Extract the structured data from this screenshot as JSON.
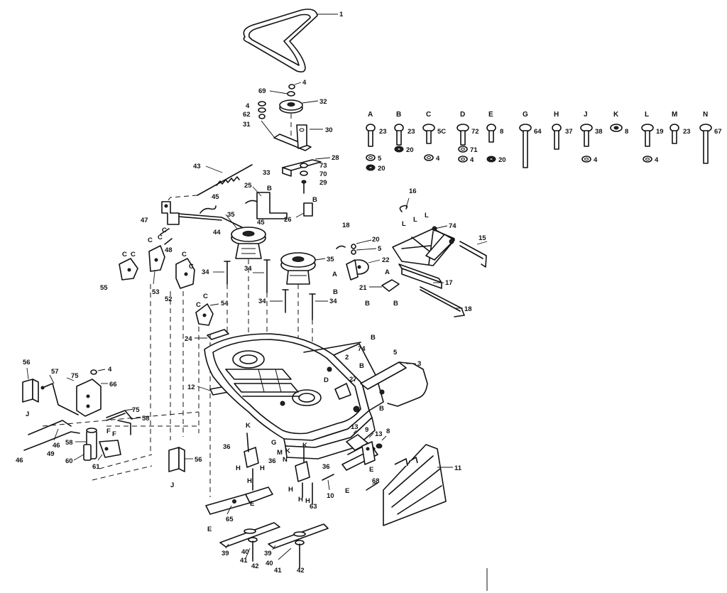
{
  "hardware_legend": [
    {
      "letter": "A",
      "qty": "23"
    },
    {
      "letter": "B",
      "qty": "23"
    },
    {
      "letter": "C",
      "qty": "5C"
    },
    {
      "letter": "D",
      "qty": "72"
    },
    {
      "letter": "E",
      "qty": "8"
    },
    {
      "letter": "G",
      "qty": "64"
    },
    {
      "letter": "H",
      "qty": "37"
    },
    {
      "letter": "J",
      "qty": "38"
    },
    {
      "letter": "K",
      "qty": "8"
    },
    {
      "letter": "L",
      "qty": "19"
    },
    {
      "letter": "M",
      "qty": "23"
    },
    {
      "letter": "N",
      "qty": "67"
    }
  ],
  "legend_subitems": [
    {
      "id": "ls-5",
      "text": "5"
    },
    {
      "id": "ls-20a",
      "text": "20"
    },
    {
      "id": "ls-20b",
      "text": "20"
    },
    {
      "id": "ls-4a",
      "text": "4"
    },
    {
      "id": "ls-71",
      "text": "71"
    },
    {
      "id": "ls-4b",
      "text": "4"
    },
    {
      "id": "ls-20c",
      "text": "20"
    },
    {
      "id": "ls-4c",
      "text": "4"
    },
    {
      "id": "ls-4d",
      "text": "4"
    }
  ],
  "callouts": {
    "c1": "1",
    "c4a": "4",
    "c69": "69",
    "c32": "32",
    "c4b": "4",
    "c62": "62",
    "c31": "31",
    "c30": "30",
    "c28": "28",
    "c73": "73",
    "c70": "70",
    "c29": "29",
    "c43": "43",
    "c33": "33",
    "c25": "25",
    "c45a": "45",
    "c45b": "45",
    "c26": "26",
    "c47": "47",
    "c35a": "35",
    "c44": "44",
    "c48": "48",
    "c16": "16",
    "c74a": "74",
    "c15": "15",
    "c18a": "18",
    "c20": "20",
    "c5a": "5",
    "c35b": "35",
    "c22": "22",
    "c55": "55",
    "c53a": "53",
    "c52": "52",
    "c34a": "34",
    "c34b": "34",
    "c21": "21",
    "c17": "17",
    "c34c": "34",
    "c34d": "34",
    "c18b": "18",
    "c54": "54",
    "c24": "24",
    "c2": "2",
    "c74b": "74",
    "c5b": "5",
    "c3": "3",
    "c56a": "56",
    "c57": "57",
    "c75a": "75",
    "c4c": "4",
    "c66": "66",
    "c27": "27",
    "c12": "12",
    "c75b": "75",
    "c58a": "58",
    "c46a": "46",
    "c49": "49",
    "c58b": "58",
    "c60": "60",
    "c61": "61",
    "c46b": "46",
    "c56b": "56",
    "c13a": "13",
    "c9": "9",
    "c13b": "13",
    "c8": "8",
    "c11": "11",
    "c36a": "36",
    "c36b": "36",
    "c36c": "36",
    "c68": "68",
    "c10": "10",
    "c63": "63",
    "c65": "65",
    "c39a": "39",
    "c40a": "40",
    "c41a": "41",
    "c42a": "42",
    "c39b": "39",
    "c40b": "40",
    "c41b": "41",
    "c42b": "42"
  },
  "letter_tags": {
    "lC1": "C",
    "lC2": "C",
    "lC3": "C",
    "lC4": "C",
    "lC5": "C",
    "lC6": "C",
    "lC7": "C",
    "lC8": "C",
    "lC9": "C",
    "lB1": "B",
    "lB2": "B",
    "lB3": "B",
    "lB4": "B",
    "lB5": "B",
    "lB6": "B",
    "lB7": "B",
    "lB8": "B",
    "lA1": "A",
    "lA2": "A",
    "lL1": "L",
    "lL2": "L",
    "lL3": "L",
    "lD1": "D",
    "lJ1": "J",
    "lJ2": "J",
    "lF1": "F",
    "lF2": "F",
    "lE1": "E",
    "lE2": "E",
    "lE3": "E",
    "lE4": "E",
    "lH1": "H",
    "lH2": "H",
    "lH3": "H",
    "lH4": "H",
    "lH5": "H",
    "lH6": "H",
    "lK1": "K",
    "lK2": "K",
    "lK3": "K",
    "lG1": "G",
    "lM1": "M",
    "lN1": "N"
  }
}
